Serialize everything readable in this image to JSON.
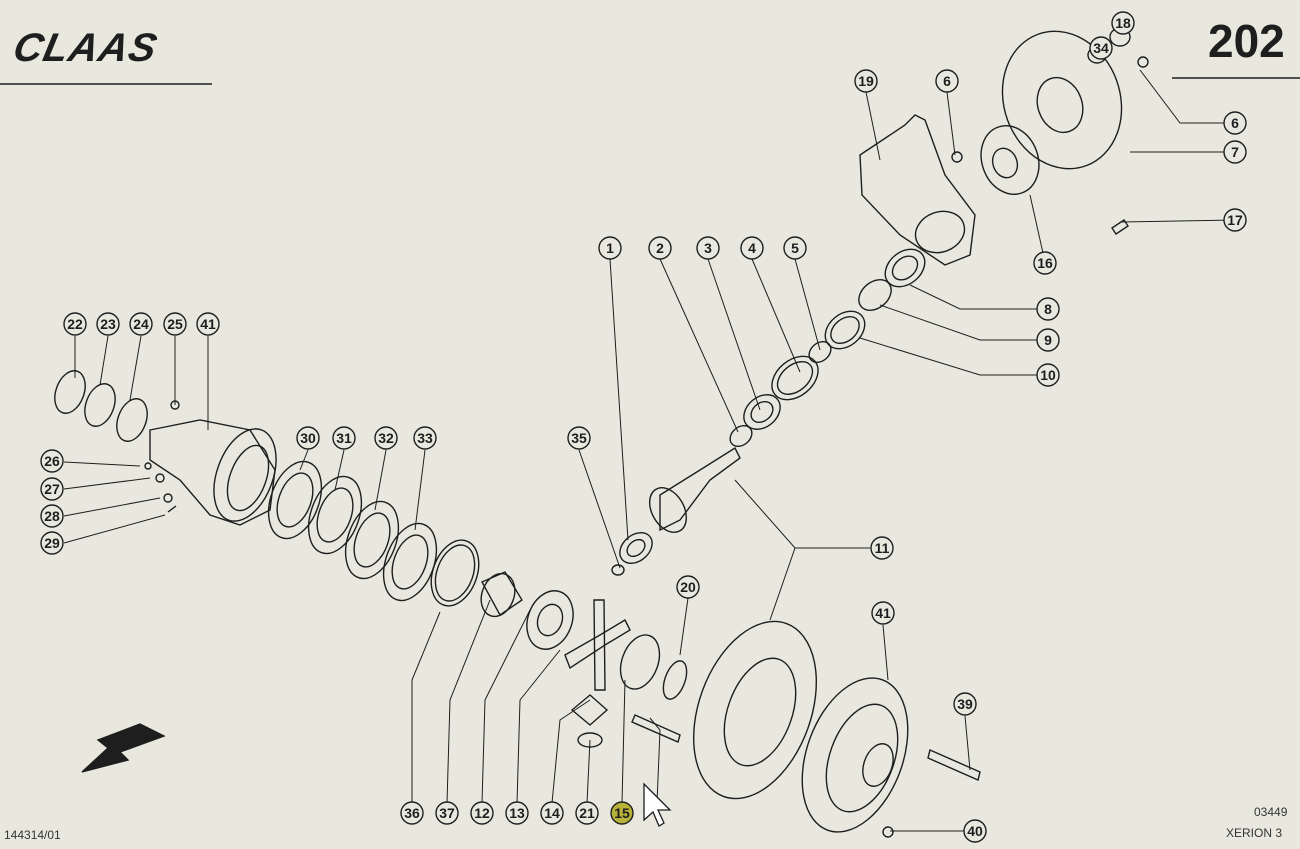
{
  "header": {
    "brand": "CLAAS",
    "page_number": "202"
  },
  "footer": {
    "left_code": "144314/01",
    "right_code": "03449",
    "model": "XERION 3"
  },
  "callouts": [
    {
      "id": "c1",
      "label": "1"
    },
    {
      "id": "c2",
      "label": "2"
    },
    {
      "id": "c3",
      "label": "3"
    },
    {
      "id": "c4",
      "label": "4"
    },
    {
      "id": "c5",
      "label": "5"
    },
    {
      "id": "c6a",
      "label": "6"
    },
    {
      "id": "c6b",
      "label": "6"
    },
    {
      "id": "c7",
      "label": "7"
    },
    {
      "id": "c8",
      "label": "8"
    },
    {
      "id": "c9",
      "label": "9"
    },
    {
      "id": "c10",
      "label": "10"
    },
    {
      "id": "c11",
      "label": "11"
    },
    {
      "id": "c12",
      "label": "12"
    },
    {
      "id": "c13",
      "label": "13"
    },
    {
      "id": "c14",
      "label": "14"
    },
    {
      "id": "c15",
      "label": "15",
      "highlighted": true
    },
    {
      "id": "c16",
      "label": "16"
    },
    {
      "id": "c17",
      "label": "17"
    },
    {
      "id": "c18",
      "label": "18"
    },
    {
      "id": "c19",
      "label": "19"
    },
    {
      "id": "c20",
      "label": "20"
    },
    {
      "id": "c21",
      "label": "21"
    },
    {
      "id": "c22",
      "label": "22"
    },
    {
      "id": "c23",
      "label": "23"
    },
    {
      "id": "c24",
      "label": "24"
    },
    {
      "id": "c25",
      "label": "25"
    },
    {
      "id": "c26",
      "label": "26"
    },
    {
      "id": "c27",
      "label": "27"
    },
    {
      "id": "c28",
      "label": "28"
    },
    {
      "id": "c29",
      "label": "29"
    },
    {
      "id": "c30",
      "label": "30"
    },
    {
      "id": "c31",
      "label": "31"
    },
    {
      "id": "c32",
      "label": "32"
    },
    {
      "id": "c33",
      "label": "33"
    },
    {
      "id": "c34",
      "label": "34"
    },
    {
      "id": "c35",
      "label": "35"
    },
    {
      "id": "c36",
      "label": "36"
    },
    {
      "id": "c37",
      "label": "37"
    },
    {
      "id": "c39",
      "label": "39"
    },
    {
      "id": "c40",
      "label": "40"
    },
    {
      "id": "c41a",
      "label": "41"
    },
    {
      "id": "c41b",
      "label": "41"
    }
  ],
  "colors": {
    "background": "#e9e8df",
    "ink": "#1e1e1e",
    "highlight": "#b7b23a"
  }
}
